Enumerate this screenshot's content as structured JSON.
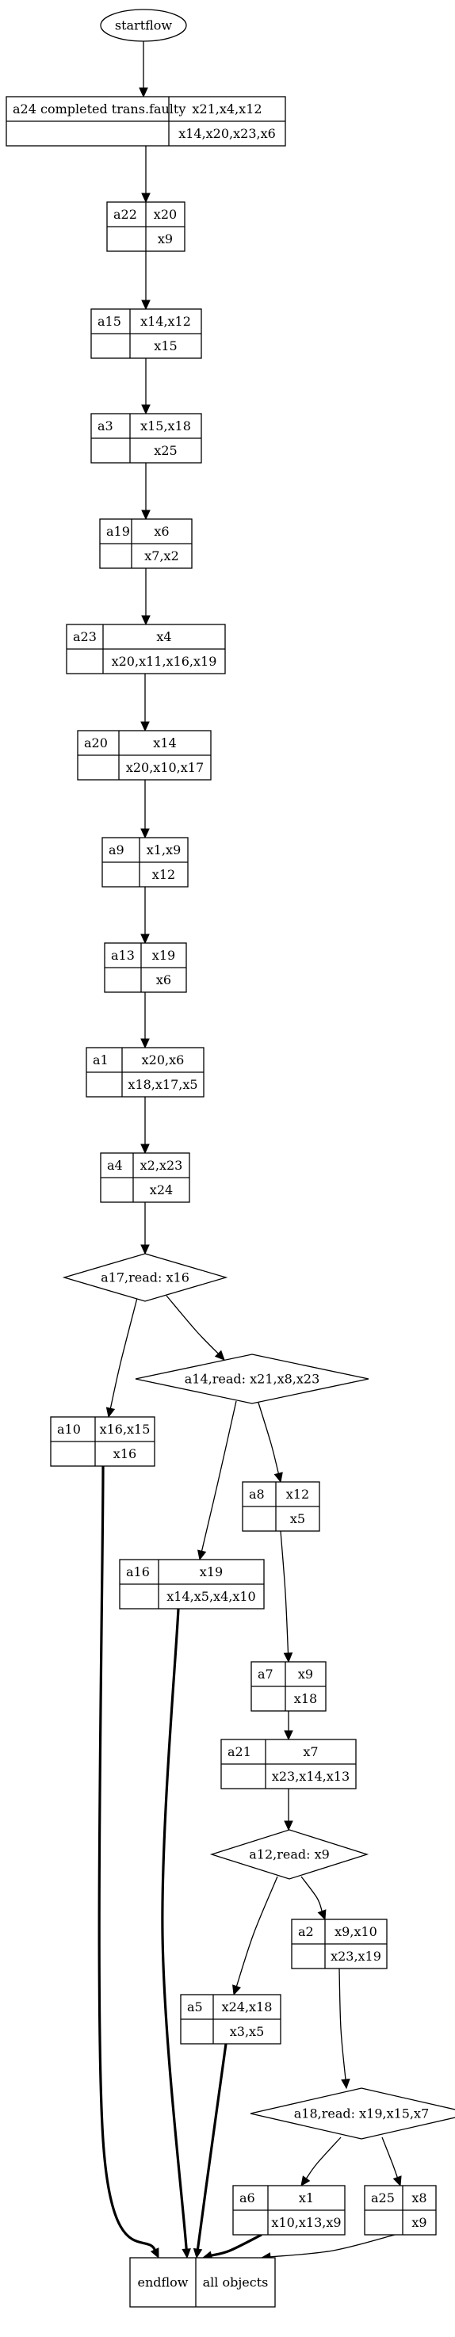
{
  "start": "startflow",
  "end": {
    "left": "endflow",
    "right": "all objects"
  },
  "nodes": [
    {
      "id": "a24",
      "name": "a24 completed trans.faulty",
      "top": "x21,x4,x12",
      "bottom": "x14,x20,x23,x6"
    },
    {
      "id": "a22",
      "name": "a22",
      "top": "x20",
      "bottom": "x9"
    },
    {
      "id": "a15",
      "name": "a15",
      "top": "x14,x12",
      "bottom": "x15"
    },
    {
      "id": "a3",
      "name": "a3",
      "top": "x15,x18",
      "bottom": "x25"
    },
    {
      "id": "a19",
      "name": "a19",
      "top": "x6",
      "bottom": "x7,x2"
    },
    {
      "id": "a23",
      "name": "a23",
      "top": "x4",
      "bottom": "x20,x11,x16,x19"
    },
    {
      "id": "a20",
      "name": "a20",
      "top": "x14",
      "bottom": "x20,x10,x17"
    },
    {
      "id": "a9",
      "name": "a9",
      "top": "x1,x9",
      "bottom": "x12"
    },
    {
      "id": "a13",
      "name": "a13",
      "top": "x19",
      "bottom": "x6"
    },
    {
      "id": "a1",
      "name": "a1",
      "top": "x20,x6",
      "bottom": "x18,x17,x5"
    },
    {
      "id": "a4",
      "name": "a4",
      "top": "x2,x23",
      "bottom": "x24"
    },
    {
      "id": "a10",
      "name": "a10",
      "top": "x16,x15",
      "bottom": "x16"
    },
    {
      "id": "a8",
      "name": "a8",
      "top": "x12",
      "bottom": "x5"
    },
    {
      "id": "a16",
      "name": "a16",
      "top": "x19",
      "bottom": "x14,x5,x4,x10"
    },
    {
      "id": "a7",
      "name": "a7",
      "top": "x9",
      "bottom": "x18"
    },
    {
      "id": "a21",
      "name": "a21",
      "top": "x7",
      "bottom": "x23,x14,x13"
    },
    {
      "id": "a2",
      "name": "a2",
      "top": "x9,x10",
      "bottom": "x23,x19"
    },
    {
      "id": "a5",
      "name": "a5",
      "top": "x24,x18",
      "bottom": "x3,x5"
    },
    {
      "id": "a6",
      "name": "a6",
      "top": "x1",
      "bottom": "x10,x13,x9"
    },
    {
      "id": "a25",
      "name": "a25",
      "top": "x8",
      "bottom": "x9"
    }
  ],
  "decisions": [
    {
      "id": "a17",
      "label": "a17,read: x16"
    },
    {
      "id": "a14",
      "label": "a14,read: x21,x8,x23"
    },
    {
      "id": "a12",
      "label": "a12,read: x9"
    },
    {
      "id": "a18",
      "label": "a18,read: x19,x15,x7"
    }
  ],
  "edges": [
    {
      "from": "start",
      "to": "a24",
      "bold": false
    },
    {
      "from": "a24",
      "to": "a22",
      "bold": false
    },
    {
      "from": "a22",
      "to": "a15",
      "bold": false
    },
    {
      "from": "a15",
      "to": "a3",
      "bold": false
    },
    {
      "from": "a3",
      "to": "a19",
      "bold": false
    },
    {
      "from": "a19",
      "to": "a23",
      "bold": false
    },
    {
      "from": "a23",
      "to": "a20",
      "bold": false
    },
    {
      "from": "a20",
      "to": "a9",
      "bold": false
    },
    {
      "from": "a9",
      "to": "a13",
      "bold": false
    },
    {
      "from": "a13",
      "to": "a1",
      "bold": false
    },
    {
      "from": "a1",
      "to": "a4",
      "bold": false
    },
    {
      "from": "a4",
      "to": "a17",
      "bold": false
    },
    {
      "from": "a17",
      "to": "a10",
      "bold": false
    },
    {
      "from": "a17",
      "to": "a14",
      "bold": false
    },
    {
      "from": "a14",
      "to": "a16",
      "bold": false
    },
    {
      "from": "a14",
      "to": "a8",
      "bold": false
    },
    {
      "from": "a8",
      "to": "a7",
      "bold": false
    },
    {
      "from": "a7",
      "to": "a21",
      "bold": false
    },
    {
      "from": "a21",
      "to": "a12",
      "bold": false
    },
    {
      "from": "a12",
      "to": "a5",
      "bold": false
    },
    {
      "from": "a12",
      "to": "a2",
      "bold": false
    },
    {
      "from": "a2",
      "to": "a18",
      "bold": false
    },
    {
      "from": "a18",
      "to": "a6",
      "bold": false
    },
    {
      "from": "a18",
      "to": "a25",
      "bold": false
    },
    {
      "from": "a10",
      "to": "end",
      "bold": true
    },
    {
      "from": "a16",
      "to": "end",
      "bold": true
    },
    {
      "from": "a5",
      "to": "end",
      "bold": true
    },
    {
      "from": "a6",
      "to": "end",
      "bold": true
    },
    {
      "from": "a25",
      "to": "end",
      "bold": false
    }
  ]
}
